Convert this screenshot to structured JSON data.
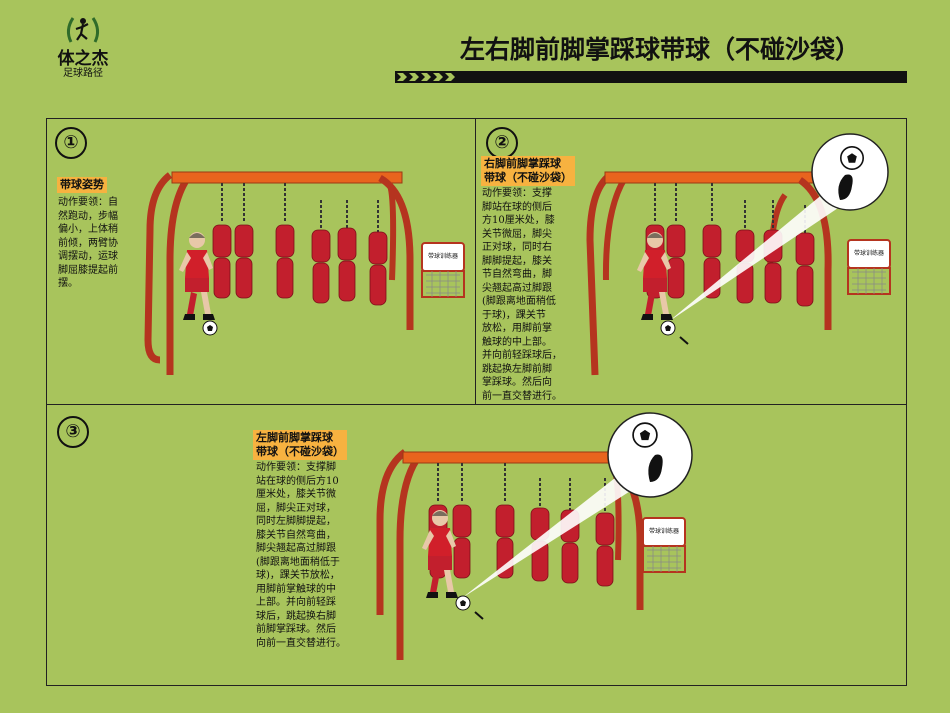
{
  "brand": {
    "name": "体之杰",
    "sub": "足球路径"
  },
  "title": "左右脚前脚掌踩球带球（不碰沙袋）",
  "panels": [
    {
      "number": "①",
      "tag": "带球姿势",
      "desc": "动作要领：自\n然跑动，步幅\n偏小，上体稍\n前倾，两臂协\n调摆动，运球\n脚屈膝提起前\n摆。"
    },
    {
      "number": "②",
      "tag_lines": [
        "右脚前脚掌踩球",
        "带球（不碰沙袋）"
      ],
      "desc": "动作要领：支撑\n脚站在球的侧后\n方10厘米处，膝\n关节微屈，脚尖\n正对球，同时右\n脚脚提起，膝关\n节自然弯曲，脚\n尖翘起高过脚跟\n(脚跟离地面稍低\n于球)，踝关节\n放松，用脚前掌\n触球的中上部。\n并向前轻踩球后，\n跳起换左脚前脚\n掌踩球。然后向\n前一直交替进行。"
    },
    {
      "number": "③",
      "tag_lines": [
        "左脚前脚掌踩球",
        "带球（不碰沙袋）"
      ],
      "desc": "动作要领：支撑脚\n站在球的侧后方10\n厘米处，膝关节微\n屈，脚尖正对球，\n同时左脚脚提起，\n膝关节自然弯曲，\n脚尖翘起高过脚跟\n(脚跟离地面稍低于\n球)，踝关节放松，\n用脚前掌触球的中\n上部。并向前轻踩\n球后，跳起换右脚\n前脚掌踩球。然后\n向前一直交替进行。"
    }
  ],
  "sign_text": "带球训练器",
  "colors": {
    "background": "#a8c45c",
    "frame": "#b5341f",
    "bar": "#e8641e",
    "bag": "#c21f2d",
    "tag": "#f7b240"
  }
}
